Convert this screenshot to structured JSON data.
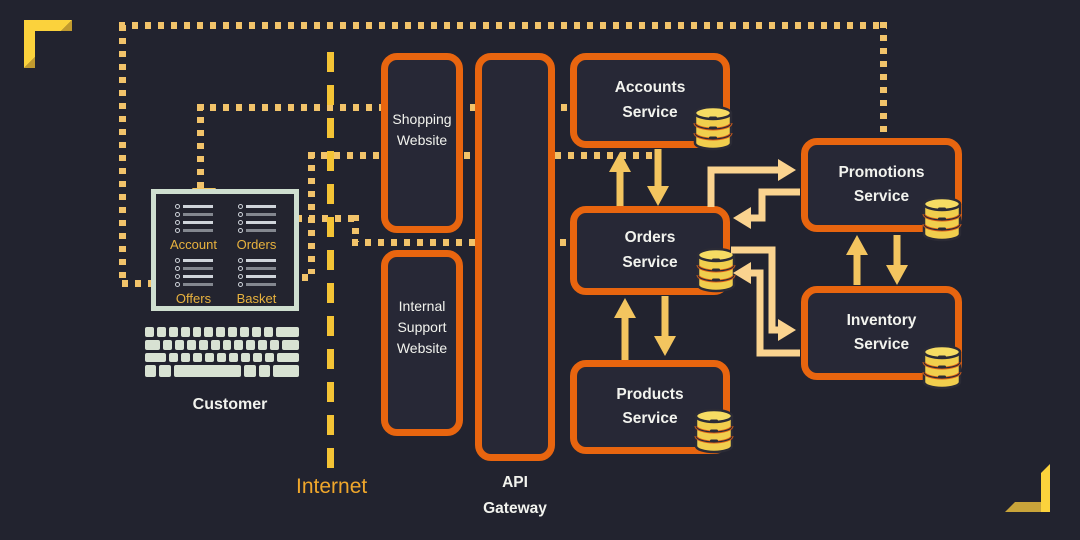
{
  "colors": {
    "background": "#22232F",
    "box_fill": "#272836",
    "box_border_orange": "#E8650F",
    "dotted_line": "#F2C36A",
    "internet_dash": "#F4C335",
    "arrow_bright": "#F3C55F",
    "arrow_pale": "#FAD38F",
    "text": "#F2F3EE",
    "internet_text": "#F0A72B",
    "screen_item_text": "#E8B23E",
    "monitor_border": "#CEDECF",
    "keyboard_key": "#D8E2D3",
    "database_fill": "#F1CE4D",
    "corner_bracket": "#FBD23C"
  },
  "customer": {
    "label": "Customer",
    "screen_items": [
      {
        "label": "Account"
      },
      {
        "label": "Orders"
      },
      {
        "label": "Offers"
      },
      {
        "label": "Basket"
      }
    ]
  },
  "internet": {
    "label": "Internet"
  },
  "gateway": {
    "label": "API Gateway"
  },
  "websites": [
    {
      "label": "Shopping Website"
    },
    {
      "label": "Internal Support Website"
    }
  ],
  "services": [
    {
      "label": "Accounts Service",
      "has_database": true
    },
    {
      "label": "Orders Service",
      "has_database": true
    },
    {
      "label": "Products Service",
      "has_database": true
    },
    {
      "label": "Promotions Service",
      "has_database": true
    },
    {
      "label": "Inventory Service",
      "has_database": true
    }
  ],
  "connections": [
    {
      "from": "Accounts Service",
      "to": "Customer screen (Account)",
      "style": "dotted"
    },
    {
      "from": "Orders Service",
      "to": "Customer screen (Orders)",
      "style": "dotted"
    },
    {
      "from": "Promotions Service",
      "to": "Customer screen (Offers)",
      "style": "dotted"
    },
    {
      "from": "Orders path",
      "to": "Customer screen (Basket)",
      "style": "dotted"
    },
    {
      "from": "Orders Service",
      "to": "Accounts Service",
      "style": "solid"
    },
    {
      "from": "Accounts Service",
      "to": "Orders Service",
      "style": "solid"
    },
    {
      "from": "Products Service",
      "to": "Orders Service",
      "style": "solid"
    },
    {
      "from": "Orders Service",
      "to": "Products Service",
      "style": "solid"
    },
    {
      "from": "Orders Service",
      "to": "Promotions Service",
      "style": "solid"
    },
    {
      "from": "Promotions Service",
      "to": "Orders Service",
      "style": "solid"
    },
    {
      "from": "Orders Service",
      "to": "Inventory Service",
      "style": "solid"
    },
    {
      "from": "Inventory Service",
      "to": "Orders Service",
      "style": "solid"
    },
    {
      "from": "Inventory Service",
      "to": "Promotions Service",
      "style": "solid"
    },
    {
      "from": "Promotions Service",
      "to": "Inventory Service",
      "style": "solid"
    }
  ]
}
